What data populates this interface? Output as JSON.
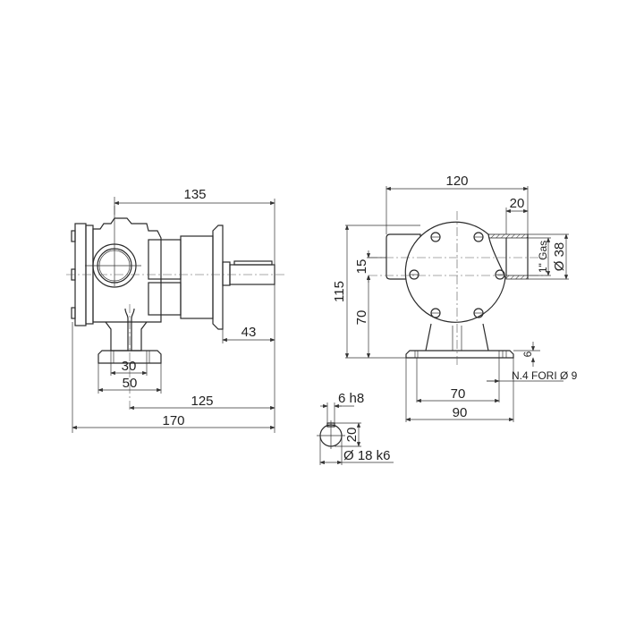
{
  "drawing": {
    "title": "Pump technical dimension drawing",
    "units": "mm",
    "views": {
      "side_view": {
        "dimensions": {
          "overall_length_to_shaft": "135",
          "shaft_protrusion": "43",
          "foot_hole_spacing": "30",
          "foot_width": "50",
          "foot_center_to_shaft_end": "125",
          "overall_length": "170"
        }
      },
      "front_view": {
        "dimensions": {
          "overall_width": "120",
          "port_length": "20",
          "port_offset": "15",
          "overall_height": "115",
          "shaft_center_height": "70",
          "base_thickness": "6",
          "base_hole_spacing": "70",
          "base_width": "90",
          "port_thread": "1\" Gas",
          "port_diameter": "Ø 38",
          "mounting_holes": "N.4 FORI Ø  9"
        }
      },
      "shaft_section": {
        "dimensions": {
          "key_width": "6 h8",
          "key_height": "20",
          "shaft_diameter": "Ø 18 k6"
        }
      }
    }
  }
}
